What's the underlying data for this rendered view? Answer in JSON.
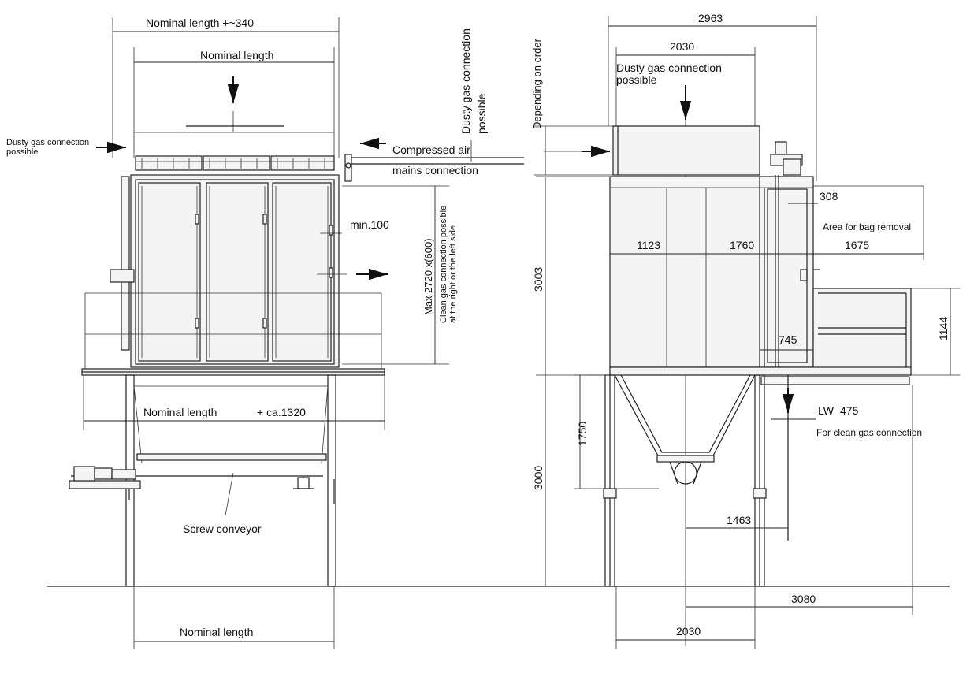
{
  "front_view": {
    "nominal_length_340": "Nominal length +~340",
    "nominal_length_top": "Nominal length",
    "dusty_gas_left": [
      "Dusty gas connection",
      "possible"
    ],
    "dusty_gas_vertical": [
      "Dusty gas connection",
      "possible"
    ],
    "compressed_air": "Compressed air",
    "mains_connection": "mains connection",
    "min_100": "min.100",
    "max_2720": "Max 2720 x(600)",
    "clean_gas_note": [
      "Clean gas connection possible",
      "at the right or the left side"
    ],
    "nominal_length_1320_a": "Nominal length",
    "nominal_length_1320_b": "+ ca.1320",
    "screw_conveyor": "Screw conveyor",
    "nominal_length_bottom": "Nominal length"
  },
  "side_view": {
    "dim_2963": "2963",
    "dim_2030_top": "2030",
    "depending_on_order": "Depending on order",
    "dusty_gas": [
      "Dusty gas connection",
      "possible"
    ],
    "dim_308": "308",
    "area_bag_removal": "Area for bag removal",
    "dim_1123": "1123",
    "dim_1760": "1760",
    "dim_1675": "1675",
    "dim_3003": "3003",
    "dim_1144": "1144",
    "dim_745": "745",
    "lw": "LW",
    "dim_475": "475",
    "clean_gas_conn": "For clean gas connection",
    "dim_1750": "1750",
    "dim_3000": "3000",
    "dim_1463": "1463",
    "dim_3080": "3080",
    "dim_2030_bottom": "2030"
  }
}
